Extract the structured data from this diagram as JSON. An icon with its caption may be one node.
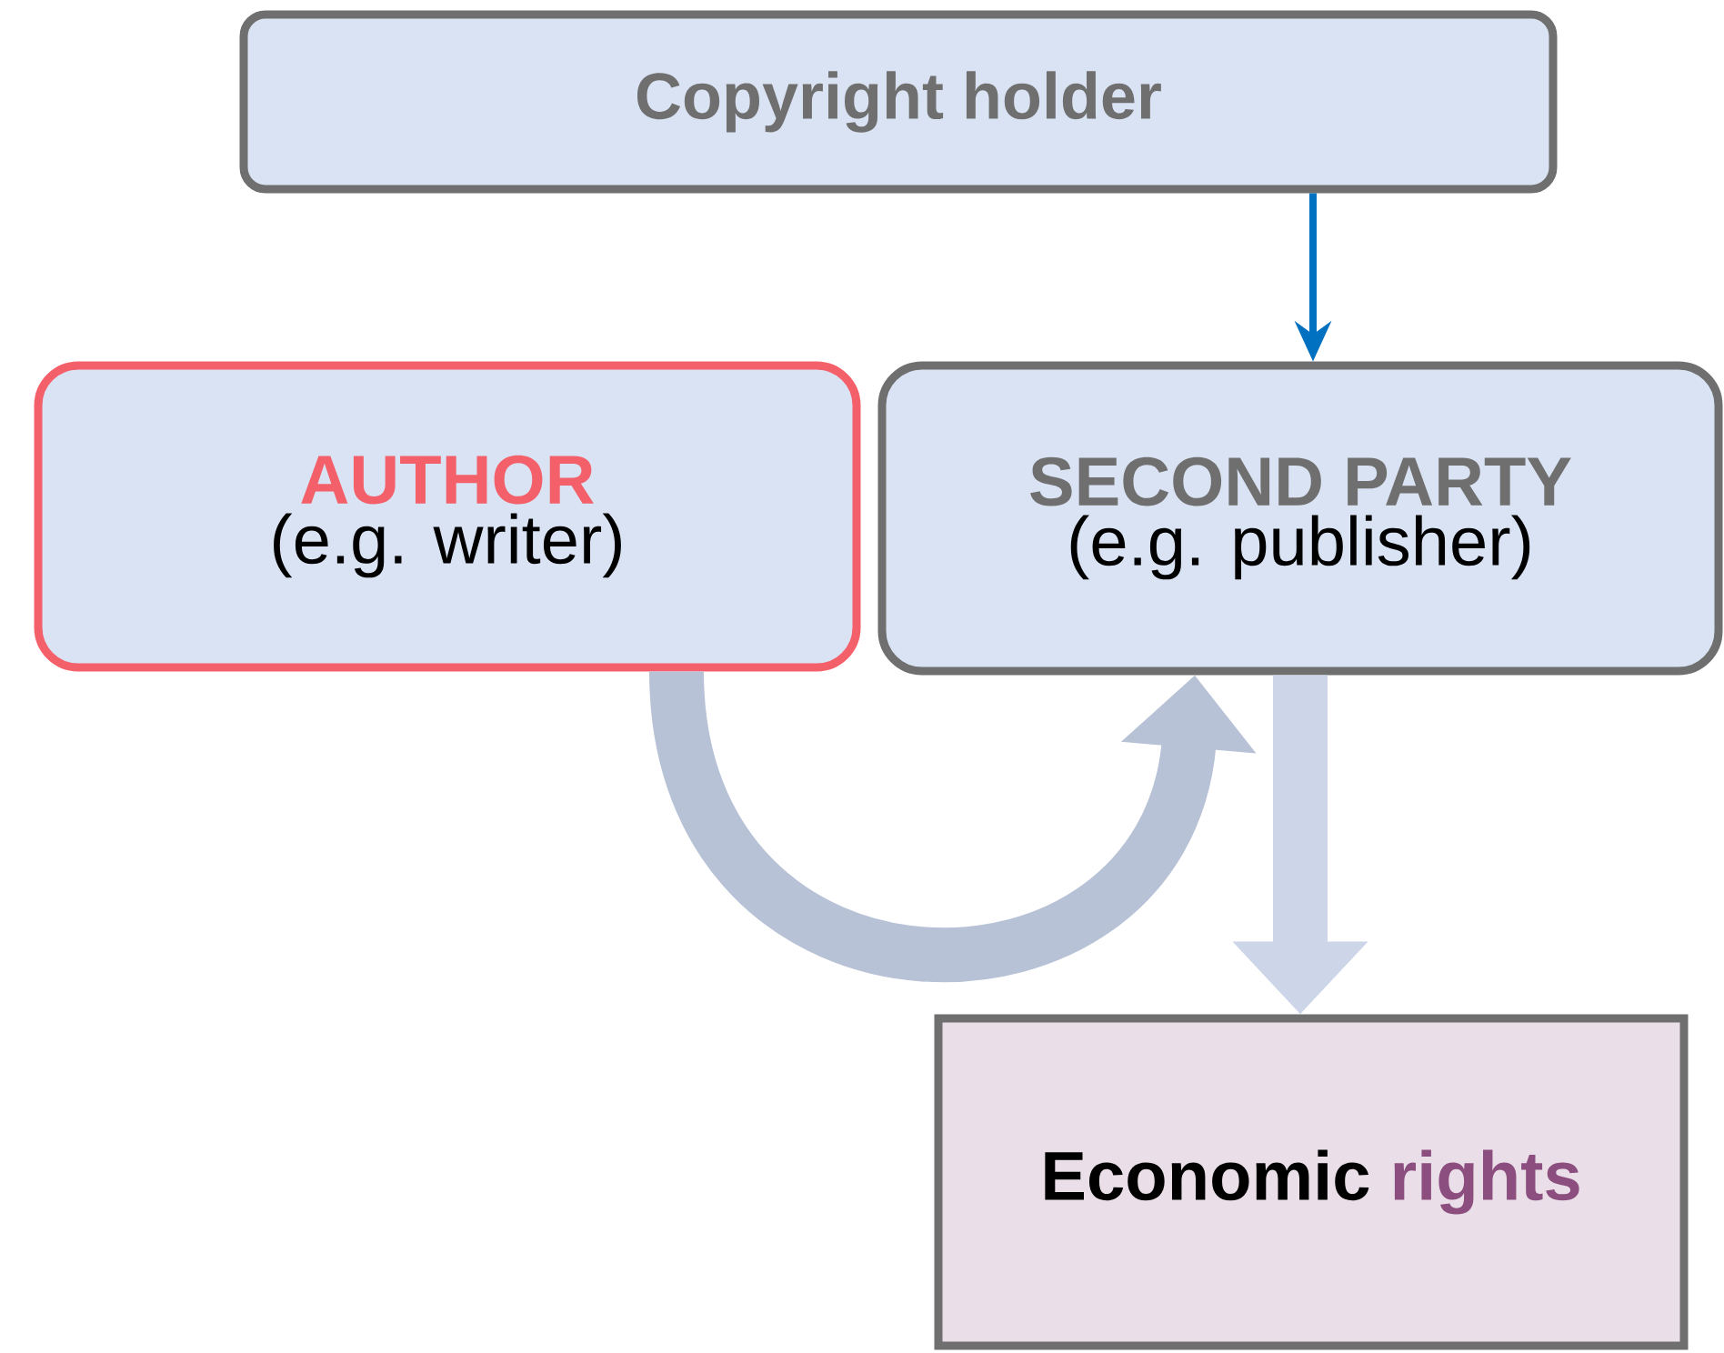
{
  "diagram": {
    "nodes": [
      {
        "text": [
          "Copyright holder"
        ]
      },
      {
        "text": [
          "AUTHOR",
          "(e.g. writer)"
        ]
      },
      {
        "text": [
          "SECOND PARTY",
          "(e.g. publisher)"
        ]
      },
      {
        "text": [
          "Economic",
          "rights"
        ]
      }
    ],
    "edges": [
      {
        "from": 0,
        "to": 2,
        "arrow": "to",
        "color": "#0070c0"
      },
      {
        "from": 1,
        "to": 2,
        "arrow": "to",
        "color": "#b8c2d6"
      },
      {
        "from": 2,
        "to": 3,
        "arrow": "to",
        "color": "#cdd6e8"
      }
    ]
  }
}
